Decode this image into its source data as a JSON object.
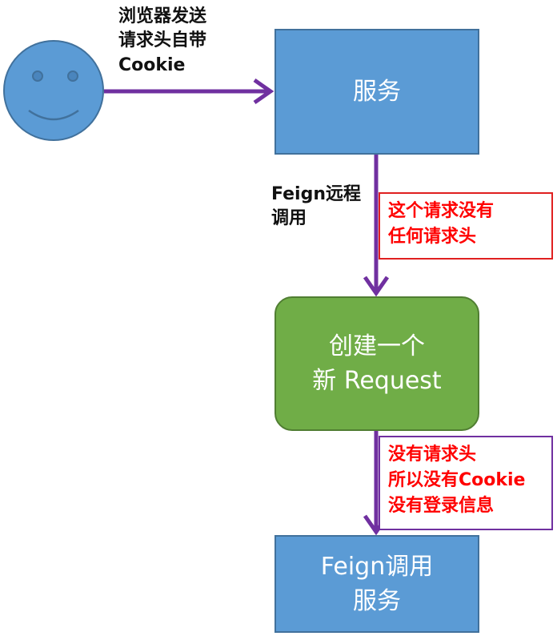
{
  "diagram": {
    "browser_label": "浏览器发送\n请求头自带\nCookie",
    "service_box": "服务",
    "feign_label": "Feign远程\n调用",
    "note_no_headers": "这个请求没有\n任何请求头",
    "new_request_box": "创建一个\n新 Request",
    "note_no_cookie": "没有请求头\n所以没有Cookie\n没有登录信息",
    "feign_service_box": "Feign调用\n服务"
  },
  "colors": {
    "box_blue": "#5b9bd5",
    "box_green": "#70ad47",
    "arrow_purple": "#7030a0",
    "note_text_red": "#ff0000"
  }
}
